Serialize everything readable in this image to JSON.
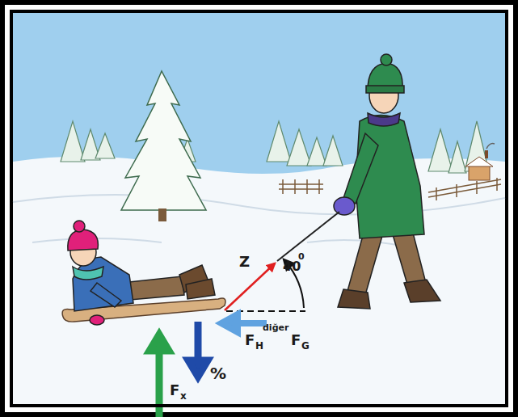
{
  "diagram": {
    "labels": [
      "Z",
      "40",
      "0",
      "F",
      "H",
      "diğer",
      "F",
      "G",
      "%",
      "F",
      "x"
    ]
  }
}
